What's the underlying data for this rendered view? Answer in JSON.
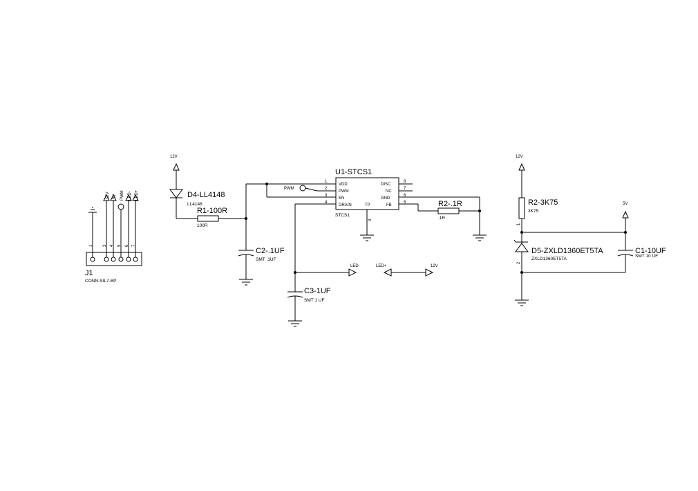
{
  "power_labels": {
    "d4_top": "12V",
    "r2_top": "12V",
    "c1_top": "5V",
    "out_12v": "12V"
  },
  "nets": {
    "pwm": "PWM",
    "led_minus": "LED-",
    "led_plus": "LED+"
  },
  "components": {
    "j1": {
      "ref": "J1",
      "value": "CONN-SIL7-BP",
      "pins": [
        "1",
        "3",
        "4",
        "5",
        "6",
        "7"
      ],
      "signals": [
        "12V",
        "5V",
        "PWM",
        "LED-",
        "LED+"
      ]
    },
    "d4": {
      "ref": "D4-LL4148",
      "value": "LL4148"
    },
    "r1": {
      "ref": "R1-100R",
      "value": "100R"
    },
    "c2": {
      "ref": "C2-.1UF",
      "value": "SMT .1UF"
    },
    "c3": {
      "ref": "C3-1UF",
      "value": "SMT 1 UF"
    },
    "u1": {
      "ref": "U1-STCS1",
      "value": "STCS1",
      "left_pins": [
        {
          "num": "1",
          "name": "VDD"
        },
        {
          "num": "2",
          "name": "PWM"
        },
        {
          "num": "3",
          "name": "EN"
        },
        {
          "num": "4",
          "name": "DRAIN"
        }
      ],
      "right_pins": [
        {
          "num": "8",
          "name": "DISC"
        },
        {
          "num": "7",
          "name": "NC"
        },
        {
          "num": "6",
          "name": "GND"
        },
        {
          "num": "5",
          "name": "FB"
        }
      ],
      "tp_name": "TP",
      "tp_num": "9"
    },
    "r2a": {
      "ref": "R2-.1R",
      "value": ".1R"
    },
    "r2b": {
      "ref": "R2-3K75",
      "value": "3K75"
    },
    "d5": {
      "ref": "D5-ZXLD1360ET5TA",
      "value": "ZXLD1360ET5TA",
      "pin1": "1",
      "pin2": "2"
    },
    "c1": {
      "ref": "C1-10UF",
      "value": "SMT 10 UF"
    }
  }
}
